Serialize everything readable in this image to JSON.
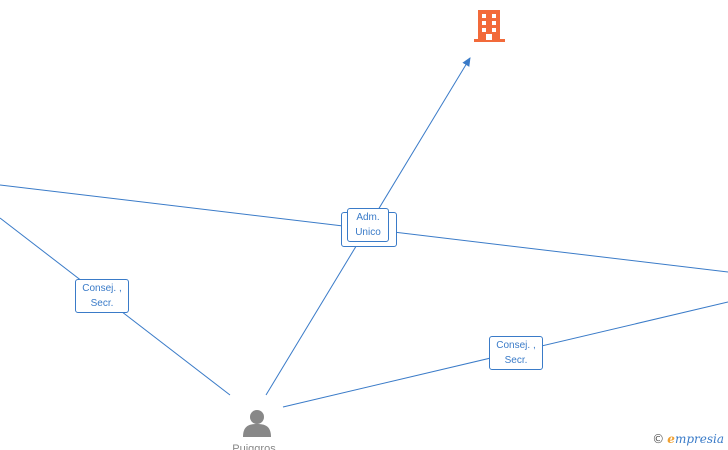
{
  "colors": {
    "edge": "#3a7bc8",
    "company_icon": "#f26a3a",
    "person_icon": "#888888"
  },
  "nodes": {
    "company": {
      "icon": "building-icon"
    },
    "person": {
      "icon": "person-icon",
      "label": "Puiggros"
    }
  },
  "edge_labels": {
    "adm_unico": {
      "line1": "Adm.",
      "line2": "Unico"
    },
    "consej_left": {
      "line1": "Consej. ,",
      "line2": "Secr."
    },
    "consej_right": {
      "line1": "Consej. ,",
      "line2": "Secr."
    }
  },
  "watermark": {
    "copyright": "©",
    "brand_e": "e",
    "brand_rest": "mpresia"
  }
}
